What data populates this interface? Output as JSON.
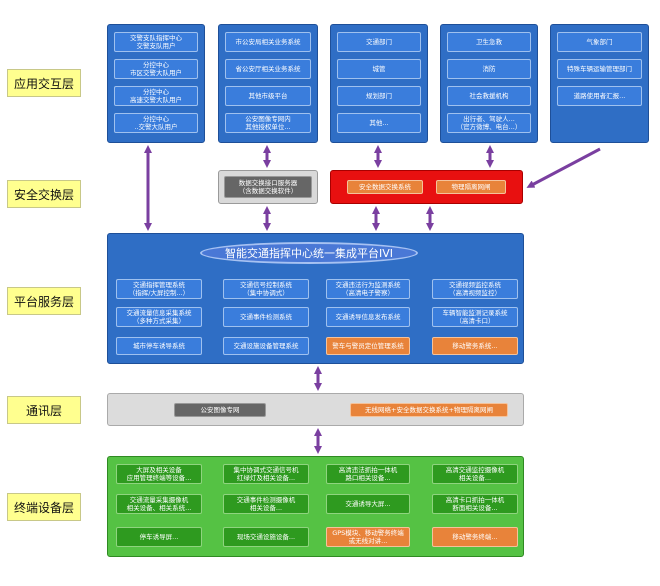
{
  "layers": [
    {
      "label": "应用交互层"
    },
    {
      "label": "安全交换层"
    },
    {
      "label": "平台服务层"
    },
    {
      "label": "通讯层"
    },
    {
      "label": "终端设备层"
    }
  ],
  "app": {
    "col1": [
      "交警支队指挥中心\n交警支队用户",
      "分控中心\n市区交警大队用户",
      "分控中心\n高速交警大队用户",
      "分控中心\n..交警大队用户"
    ],
    "col2": [
      "市公安局相关业务系统",
      "省公安厅相关业务系统",
      "其他市级平台",
      "公安图像专网内\n其他授权单位..."
    ],
    "col3": [
      "交通部门",
      "城管",
      "规划部门",
      "其他..."
    ],
    "col4": [
      "卫生急救",
      "消防",
      "社会救援机构",
      "出行者、驾驶人...\n（官方微博、电台...）"
    ],
    "col5": [
      "气象部门",
      "特殊车辆运输管理部门",
      "道路使用者汇报..."
    ]
  },
  "security": {
    "gateway": "数据交换接口服务器\n（含数据交换软件）",
    "exchange": "安全数据交换系统",
    "isolation": "物理隔离网闸"
  },
  "platform": {
    "title": "智能交通指挥中心统一集成平台IVI",
    "items": [
      "交通指挥管理系统\n（指挥/大屏控制...）",
      "交通信号控制系统\n（集中协调式）",
      "交通违法行为监测系统\n（高清电子警察）",
      "交通视频监控系统\n（高清视频监控）",
      "交通流量信息采集系统\n（多种方式采集）",
      "交通事件检测系统",
      "交通诱导信息发布系统",
      "车辆智能监测记录系统\n（高清卡口）",
      "城市停车诱导系统",
      "交通设施设备管理系统",
      "警车与警员定位管理系统",
      "移动警务系统..."
    ]
  },
  "comm": {
    "left": "公安图像专网",
    "right": "无线网络+安全数据交换系统+物理隔离网闸"
  },
  "terminal": {
    "items": [
      "大屏及相关设备\n应用管理终端等设备...",
      "集中协调式交通信号机\n红绿灯及相关设备...",
      "高清违法抓拍一体机\n路口相关设备...",
      "高清交通监控摄像机\n相关设备...",
      "交通流量采集摄像机\n相关设备、相关系统...",
      "交通事件检测摄像机\n相关设备...",
      "交通诱导大屏...",
      "高清卡口抓拍一体机\n断面相关设备...",
      "停车诱导屏...",
      "现场交通设施设备...",
      "GPS模块、移动警务终端\n或无线对讲...",
      "移动警务终端..."
    ]
  },
  "colors": {
    "panel_blue": "#2f6ec5",
    "box_blue": "#3a7ddc",
    "security_red": "#e81010",
    "orange": "#e8833a",
    "terminal_green": "#55c244",
    "comm_grey": "#dcdcdc",
    "arrow_purple": "#7a3fa0",
    "label_yellow": "#ffff8f"
  }
}
